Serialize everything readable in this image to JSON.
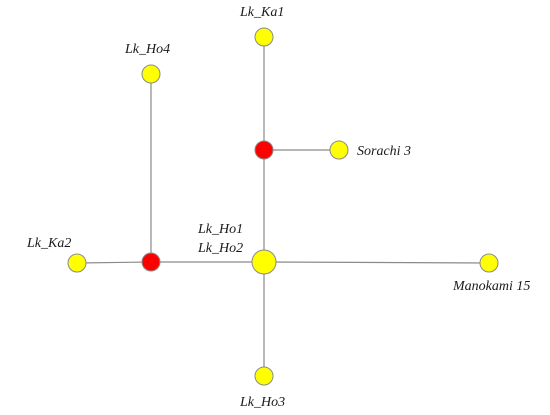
{
  "colors": {
    "sample_node": "#ffff00",
    "median_vector": "#ff0000",
    "edge": "#8a8a8a"
  },
  "network": {
    "nodes": [
      {
        "id": "lk-ka1",
        "label": "Lk_Ka1",
        "kind": "sample"
      },
      {
        "id": "lk-ho4",
        "label": "Lk_Ho4",
        "kind": "sample"
      },
      {
        "id": "sorachi3",
        "label": "Sorachi 3",
        "kind": "sample"
      },
      {
        "id": "lk-ka2",
        "label": "Lk_Ka2",
        "kind": "sample"
      },
      {
        "id": "lk-ho1-ho2",
        "label": "Lk_Ho1",
        "label2": "Lk_Ho2",
        "kind": "sample"
      },
      {
        "id": "manokami15",
        "label": "Manokami 15",
        "kind": "sample"
      },
      {
        "id": "lk-ho3",
        "label": "Lk_Ho3",
        "kind": "sample"
      },
      {
        "id": "mv-upper",
        "label": "",
        "kind": "median"
      },
      {
        "id": "mv-left",
        "label": "",
        "kind": "median"
      }
    ]
  }
}
